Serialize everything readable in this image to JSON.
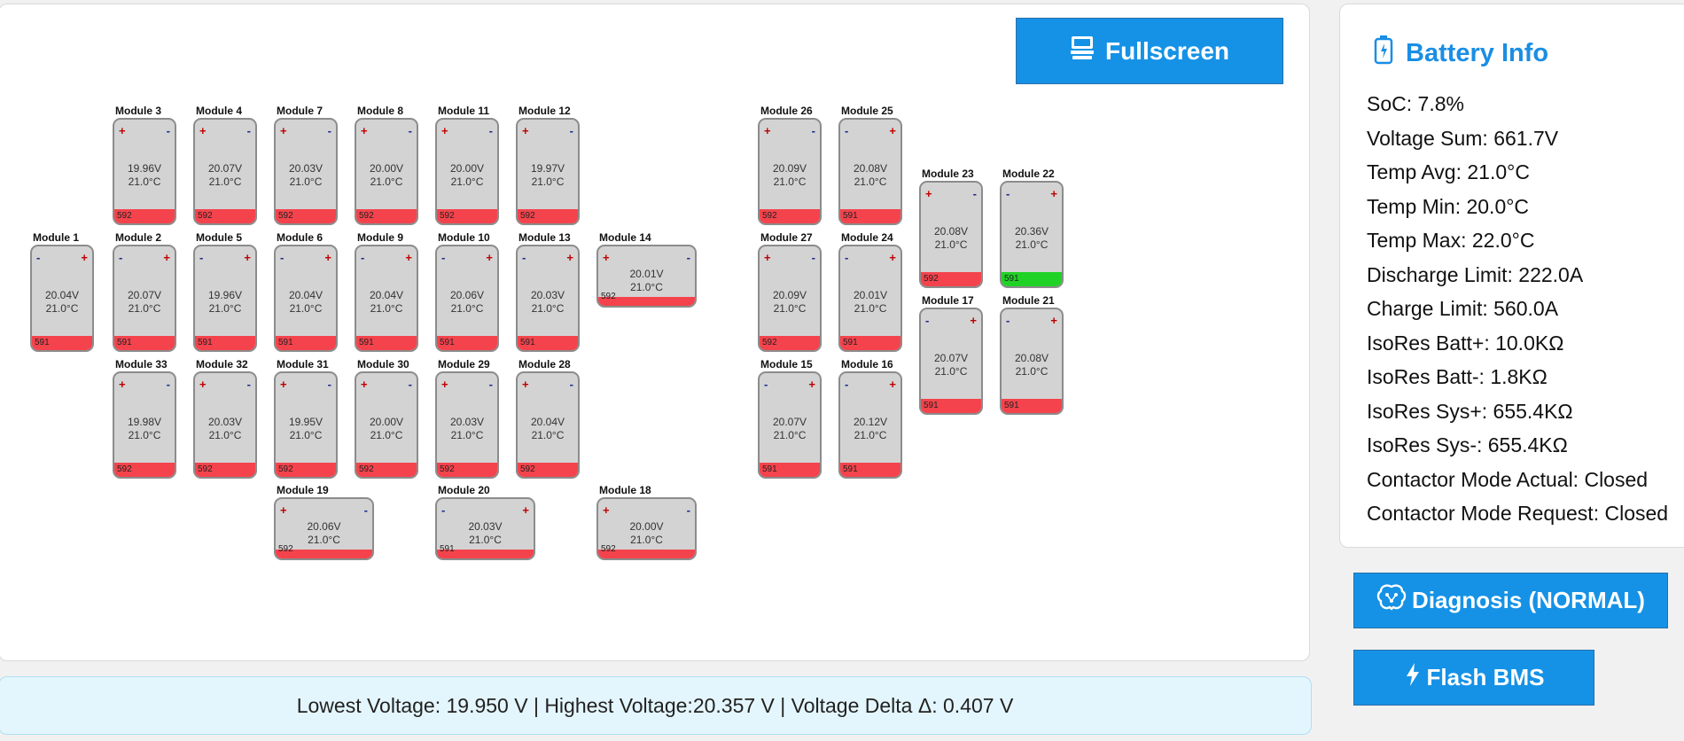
{
  "toolbar": {
    "fullscreen_label": "Fullscreen"
  },
  "battery_info": {
    "title": "Battery Info",
    "rows": [
      "SoC: 7.8%",
      "Voltage Sum: 661.7V",
      "Temp Avg: 21.0°C",
      "Temp Min: 20.0°C",
      "Temp Max: 22.0°C",
      "Discharge Limit: 222.0A",
      "Charge Limit: 560.0A",
      "IsoRes Batt+: 10.0KΩ",
      "IsoRes Batt-: 1.8KΩ",
      "IsoRes Sys+: 655.4KΩ",
      "IsoRes Sys-: 655.4KΩ",
      "Contactor Mode Actual: Closed",
      "Contactor Mode Request: Closed"
    ]
  },
  "actions": {
    "diagnosis_label": "Diagnosis (NORMAL)",
    "flash_label": "Flash BMS"
  },
  "stats": {
    "text": "Lowest Voltage: 19.950 V | Highest Voltage:20.357 V | Voltage Delta Δ: 0.407 V"
  },
  "colors": {
    "accent": "#1592e6",
    "bar_red": "#f4434c",
    "bar_green": "#20d226",
    "module_bg": "#d3d3d3"
  },
  "modules": [
    {
      "name": "Module 1",
      "voltage": "20.04V",
      "temp": "21.0°C",
      "code": "591",
      "left": "-",
      "right": "+",
      "bar": "red"
    },
    {
      "name": "Module 2",
      "voltage": "20.07V",
      "temp": "21.0°C",
      "code": "591",
      "left": "-",
      "right": "+",
      "bar": "red"
    },
    {
      "name": "Module 3",
      "voltage": "19.96V",
      "temp": "21.0°C",
      "code": "592",
      "left": "+",
      "right": "-",
      "bar": "red"
    },
    {
      "name": "Module 4",
      "voltage": "20.07V",
      "temp": "21.0°C",
      "code": "592",
      "left": "+",
      "right": "-",
      "bar": "red"
    },
    {
      "name": "Module 5",
      "voltage": "19.96V",
      "temp": "21.0°C",
      "code": "591",
      "left": "-",
      "right": "+",
      "bar": "red"
    },
    {
      "name": "Module 6",
      "voltage": "20.04V",
      "temp": "21.0°C",
      "code": "591",
      "left": "-",
      "right": "+",
      "bar": "red"
    },
    {
      "name": "Module 7",
      "voltage": "20.03V",
      "temp": "21.0°C",
      "code": "592",
      "left": "+",
      "right": "-",
      "bar": "red"
    },
    {
      "name": "Module 8",
      "voltage": "20.00V",
      "temp": "21.0°C",
      "code": "592",
      "left": "+",
      "right": "-",
      "bar": "red"
    },
    {
      "name": "Module 9",
      "voltage": "20.04V",
      "temp": "21.0°C",
      "code": "591",
      "left": "-",
      "right": "+",
      "bar": "red"
    },
    {
      "name": "Module 10",
      "voltage": "20.06V",
      "temp": "21.0°C",
      "code": "591",
      "left": "-",
      "right": "+",
      "bar": "red"
    },
    {
      "name": "Module 11",
      "voltage": "20.00V",
      "temp": "21.0°C",
      "code": "592",
      "left": "+",
      "right": "-",
      "bar": "red"
    },
    {
      "name": "Module 12",
      "voltage": "19.97V",
      "temp": "21.0°C",
      "code": "592",
      "left": "+",
      "right": "-",
      "bar": "red"
    },
    {
      "name": "Module 13",
      "voltage": "20.03V",
      "temp": "21.0°C",
      "code": "591",
      "left": "-",
      "right": "+",
      "bar": "red"
    },
    {
      "name": "Module 14",
      "voltage": "20.01V",
      "temp": "21.0°C",
      "code": "592",
      "left": "+",
      "right": "-",
      "bar": "red"
    },
    {
      "name": "Module 15",
      "voltage": "20.07V",
      "temp": "21.0°C",
      "code": "591",
      "left": "-",
      "right": "+",
      "bar": "red"
    },
    {
      "name": "Module 16",
      "voltage": "20.12V",
      "temp": "21.0°C",
      "code": "591",
      "left": "-",
      "right": "+",
      "bar": "red"
    },
    {
      "name": "Module 17",
      "voltage": "20.07V",
      "temp": "21.0°C",
      "code": "591",
      "left": "-",
      "right": "+",
      "bar": "red"
    },
    {
      "name": "Module 18",
      "voltage": "20.00V",
      "temp": "21.0°C",
      "code": "592",
      "left": "+",
      "right": "-",
      "bar": "red"
    },
    {
      "name": "Module 19",
      "voltage": "20.06V",
      "temp": "21.0°C",
      "code": "592",
      "left": "+",
      "right": "-",
      "bar": "red"
    },
    {
      "name": "Module 20",
      "voltage": "20.03V",
      "temp": "21.0°C",
      "code": "591",
      "left": "-",
      "right": "+",
      "bar": "red"
    },
    {
      "name": "Module 21",
      "voltage": "20.08V",
      "temp": "21.0°C",
      "code": "591",
      "left": "-",
      "right": "+",
      "bar": "red"
    },
    {
      "name": "Module 22",
      "voltage": "20.36V",
      "temp": "21.0°C",
      "code": "591",
      "left": "-",
      "right": "+",
      "bar": "green"
    },
    {
      "name": "Module 23",
      "voltage": "20.08V",
      "temp": "21.0°C",
      "code": "592",
      "left": "+",
      "right": "-",
      "bar": "red"
    },
    {
      "name": "Module 24",
      "voltage": "20.01V",
      "temp": "21.0°C",
      "code": "591",
      "left": "-",
      "right": "+",
      "bar": "red"
    },
    {
      "name": "Module 25",
      "voltage": "20.08V",
      "temp": "21.0°C",
      "code": "591",
      "left": "-",
      "right": "+",
      "bar": "red"
    },
    {
      "name": "Module 26",
      "voltage": "20.09V",
      "temp": "21.0°C",
      "code": "592",
      "left": "+",
      "right": "-",
      "bar": "red"
    },
    {
      "name": "Module 27",
      "voltage": "20.09V",
      "temp": "21.0°C",
      "code": "592",
      "left": "+",
      "right": "-",
      "bar": "red"
    },
    {
      "name": "Module 28",
      "voltage": "20.04V",
      "temp": "21.0°C",
      "code": "592",
      "left": "+",
      "right": "-",
      "bar": "red"
    },
    {
      "name": "Module 29",
      "voltage": "20.03V",
      "temp": "21.0°C",
      "code": "592",
      "left": "+",
      "right": "-",
      "bar": "red"
    },
    {
      "name": "Module 30",
      "voltage": "20.00V",
      "temp": "21.0°C",
      "code": "592",
      "left": "+",
      "right": "-",
      "bar": "red"
    },
    {
      "name": "Module 31",
      "voltage": "19.95V",
      "temp": "21.0°C",
      "code": "592",
      "left": "+",
      "right": "-",
      "bar": "red"
    },
    {
      "name": "Module 32",
      "voltage": "20.03V",
      "temp": "21.0°C",
      "code": "592",
      "left": "+",
      "right": "-",
      "bar": "red"
    },
    {
      "name": "Module 33",
      "voltage": "19.98V",
      "temp": "21.0°C",
      "code": "592",
      "left": "+",
      "right": "-",
      "bar": "red"
    }
  ]
}
